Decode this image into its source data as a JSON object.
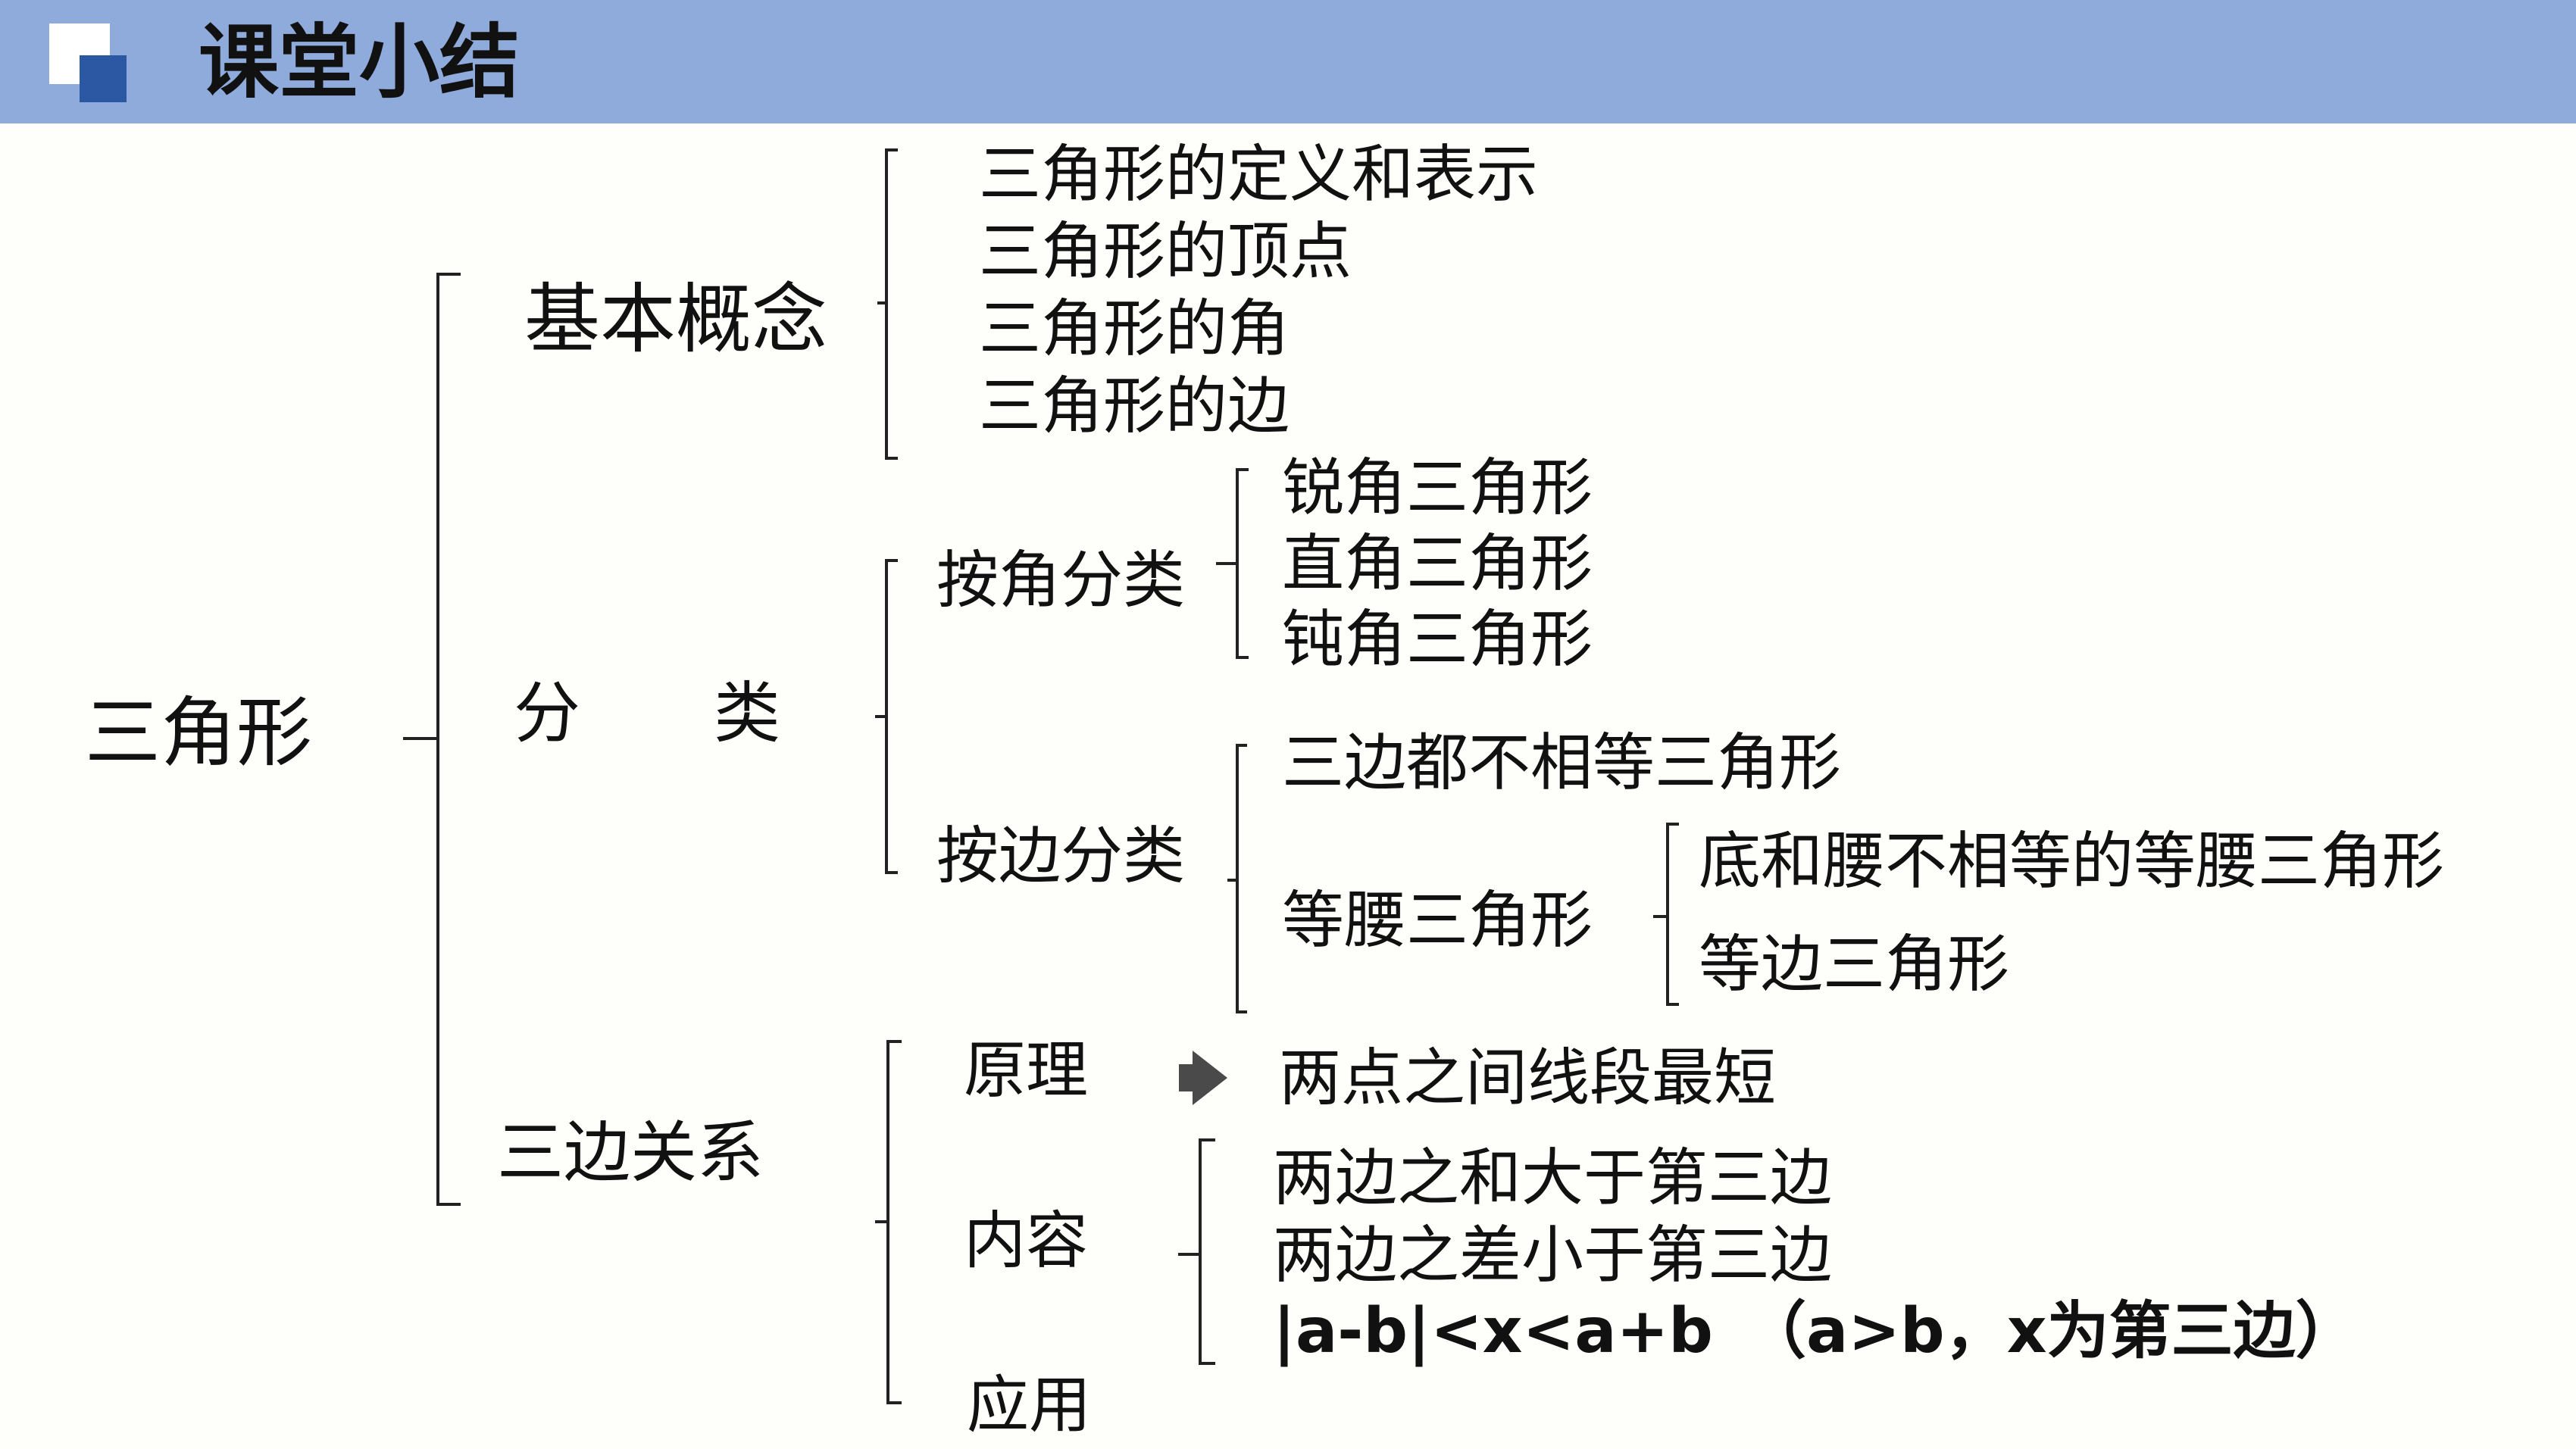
{
  "header": {
    "title": "课堂小结",
    "colors": {
      "bar": "#8fabdc",
      "logo_front": "#2b57a3",
      "logo_back": "#ffffff"
    }
  },
  "root": "三角形",
  "basic_concepts": {
    "label": "基本概念",
    "items": [
      "三角形的定义和表示",
      "三角形的顶点",
      "三角形的角",
      "三角形的边"
    ]
  },
  "classification": {
    "label": "分　　类",
    "by_angle": {
      "label": "按角分类",
      "items": [
        "锐角三角形",
        "直角三角形",
        "钝角三角形"
      ]
    },
    "by_side": {
      "label": "按边分类",
      "scalene": "三边都不相等三角形",
      "isosceles": {
        "label": "等腰三角形",
        "items": [
          "底和腰不相等的等腰三角形",
          "等边三角形"
        ]
      }
    }
  },
  "triangle_inequality": {
    "label": "三边关系",
    "principle": {
      "label": "原理",
      "arrow_icon": "arrow-right-icon",
      "text": "两点之间线段最短"
    },
    "content": {
      "label": "内容",
      "items": [
        "两边之和大于第三边",
        "两边之差小于第三边",
        "|a-b|<x<a+b　（a>b，x为第三边）"
      ]
    },
    "application": {
      "label": "应用"
    }
  }
}
